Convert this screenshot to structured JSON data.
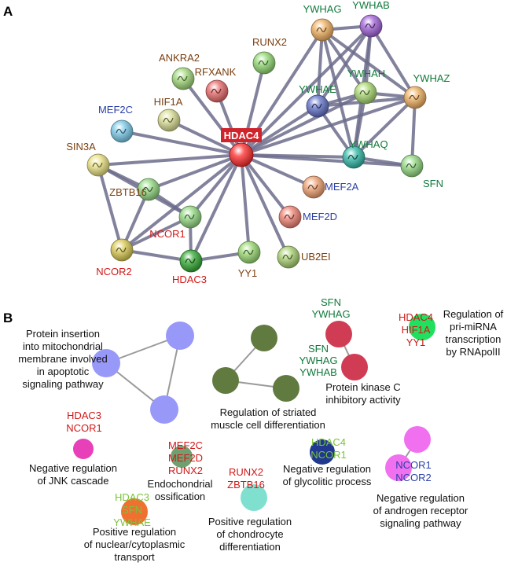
{
  "colors": {
    "edge": "#6c6c8c",
    "green_text": "#0f7a3a",
    "brown_text": "#7a3f10",
    "blue_text": "#2a3fa8",
    "red_text": "#d01818",
    "lime_text": "#7ac43a",
    "hub_bg": "#d0242c"
  },
  "panel_a": {
    "label": "A",
    "hub": "HDAC4",
    "nodes": [
      {
        "id": "YWHAG",
        "color": "#f0b060",
        "text_color": "green"
      },
      {
        "id": "YWHAB",
        "color": "#a060d8",
        "text_color": "green"
      },
      {
        "id": "RUNX2",
        "color": "#90d870",
        "text_color": "brown"
      },
      {
        "id": "ANKRA2",
        "color": "#a0d878",
        "text_color": "brown"
      },
      {
        "id": "RFXANK",
        "color": "#e86868",
        "text_color": "brown"
      },
      {
        "id": "YWHAH",
        "color": "#a8d870",
        "text_color": "green"
      },
      {
        "id": "YWHAZ",
        "color": "#f0b060",
        "text_color": "green"
      },
      {
        "id": "YWHAE",
        "color": "#6070c8",
        "text_color": "green"
      },
      {
        "id": "MEF2C",
        "color": "#78c8e8",
        "text_color": "blue"
      },
      {
        "id": "HIF1A",
        "color": "#d8dc90",
        "text_color": "brown"
      },
      {
        "id": "SIN3A",
        "color": "#e8e080",
        "text_color": "brown"
      },
      {
        "id": "YWHAQ",
        "color": "#30b8a8",
        "text_color": "green"
      },
      {
        "id": "SFN",
        "color": "#90d880",
        "text_color": "green"
      },
      {
        "id": "MEF2A",
        "color": "#f0a070",
        "text_color": "blue"
      },
      {
        "id": "ZBTB16",
        "color": "#90d880",
        "text_color": "brown"
      },
      {
        "id": "MEF2D",
        "color": "#f08070",
        "text_color": "blue"
      },
      {
        "id": "NCOR1",
        "color": "#90d880",
        "text_color": "red"
      },
      {
        "id": "NCOR2",
        "color": "#d8c850",
        "text_color": "red"
      },
      {
        "id": "HDAC3",
        "color": "#30a830",
        "text_color": "red"
      },
      {
        "id": "YY1",
        "color": "#98d870",
        "text_color": "brown"
      },
      {
        "id": "UB2EI",
        "color": "#a8d070",
        "text_color": "brown"
      }
    ]
  },
  "panel_b": {
    "label": "B",
    "terms": [
      {
        "key": "protein_insertion",
        "lines": [
          "Protein insertion",
          "into mitochondrial",
          "membrane involved",
          "in apoptotic",
          "signaling pathway"
        ],
        "color": "#9898f8",
        "genes": []
      },
      {
        "key": "striated",
        "lines": [
          "Regulation of striated",
          "muscle cell differentiation"
        ],
        "color": "#607a40",
        "genes": []
      },
      {
        "key": "pkc",
        "lines": [
          "Protein kinase C",
          "inhibitory activity"
        ],
        "color": "#d03c54",
        "genes_a": [
          "SFN",
          "YWHAG"
        ],
        "genes_b": [
          "SFN",
          "YWHAG",
          "YWHAB"
        ]
      },
      {
        "key": "pri_mirna",
        "lines": [
          "Regulation of",
          "pri-miRNA",
          "transcription",
          "by RNApolII"
        ],
        "color": "#20e060",
        "genes": [
          "HDAC4",
          "HIF1A",
          "YY1"
        ]
      },
      {
        "key": "jnk",
        "lines": [
          "Negative regulation",
          "of JNK cascade"
        ],
        "color": "#e840b8",
        "genes": [
          "HDAC3",
          "NCOR1"
        ]
      },
      {
        "key": "endochondral",
        "lines": [
          "Endochondrial",
          "ossification"
        ],
        "color": "#70a070",
        "genes": [
          "MEF2C",
          "MEF2D",
          "RUNX2"
        ]
      },
      {
        "key": "chondrocyte",
        "lines": [
          "Positive regulation",
          "of chondrocyte",
          "differentiation"
        ],
        "color": "#80e0d0",
        "genes": [
          "RUNX2",
          "ZBTB16"
        ]
      },
      {
        "key": "glycolytic",
        "lines": [
          "Negative regulation",
          "of glycolitic process"
        ],
        "color": "#203890",
        "genes": [
          "HDAC4",
          "NCOR1"
        ]
      },
      {
        "key": "androgen",
        "lines": [
          "Negative regulation",
          "of androgen receptor",
          "signaling pathway"
        ],
        "color": "#f070f0",
        "genes": [
          "NCOR1",
          "NCOR2"
        ]
      },
      {
        "key": "nuclear_transport",
        "lines": [
          "Positive regulation",
          "of nuclear/cytoplasmic",
          "transport"
        ],
        "color": "#f07030",
        "genes": [
          "HDAC3",
          "SFN",
          "YWHAE"
        ]
      }
    ]
  }
}
